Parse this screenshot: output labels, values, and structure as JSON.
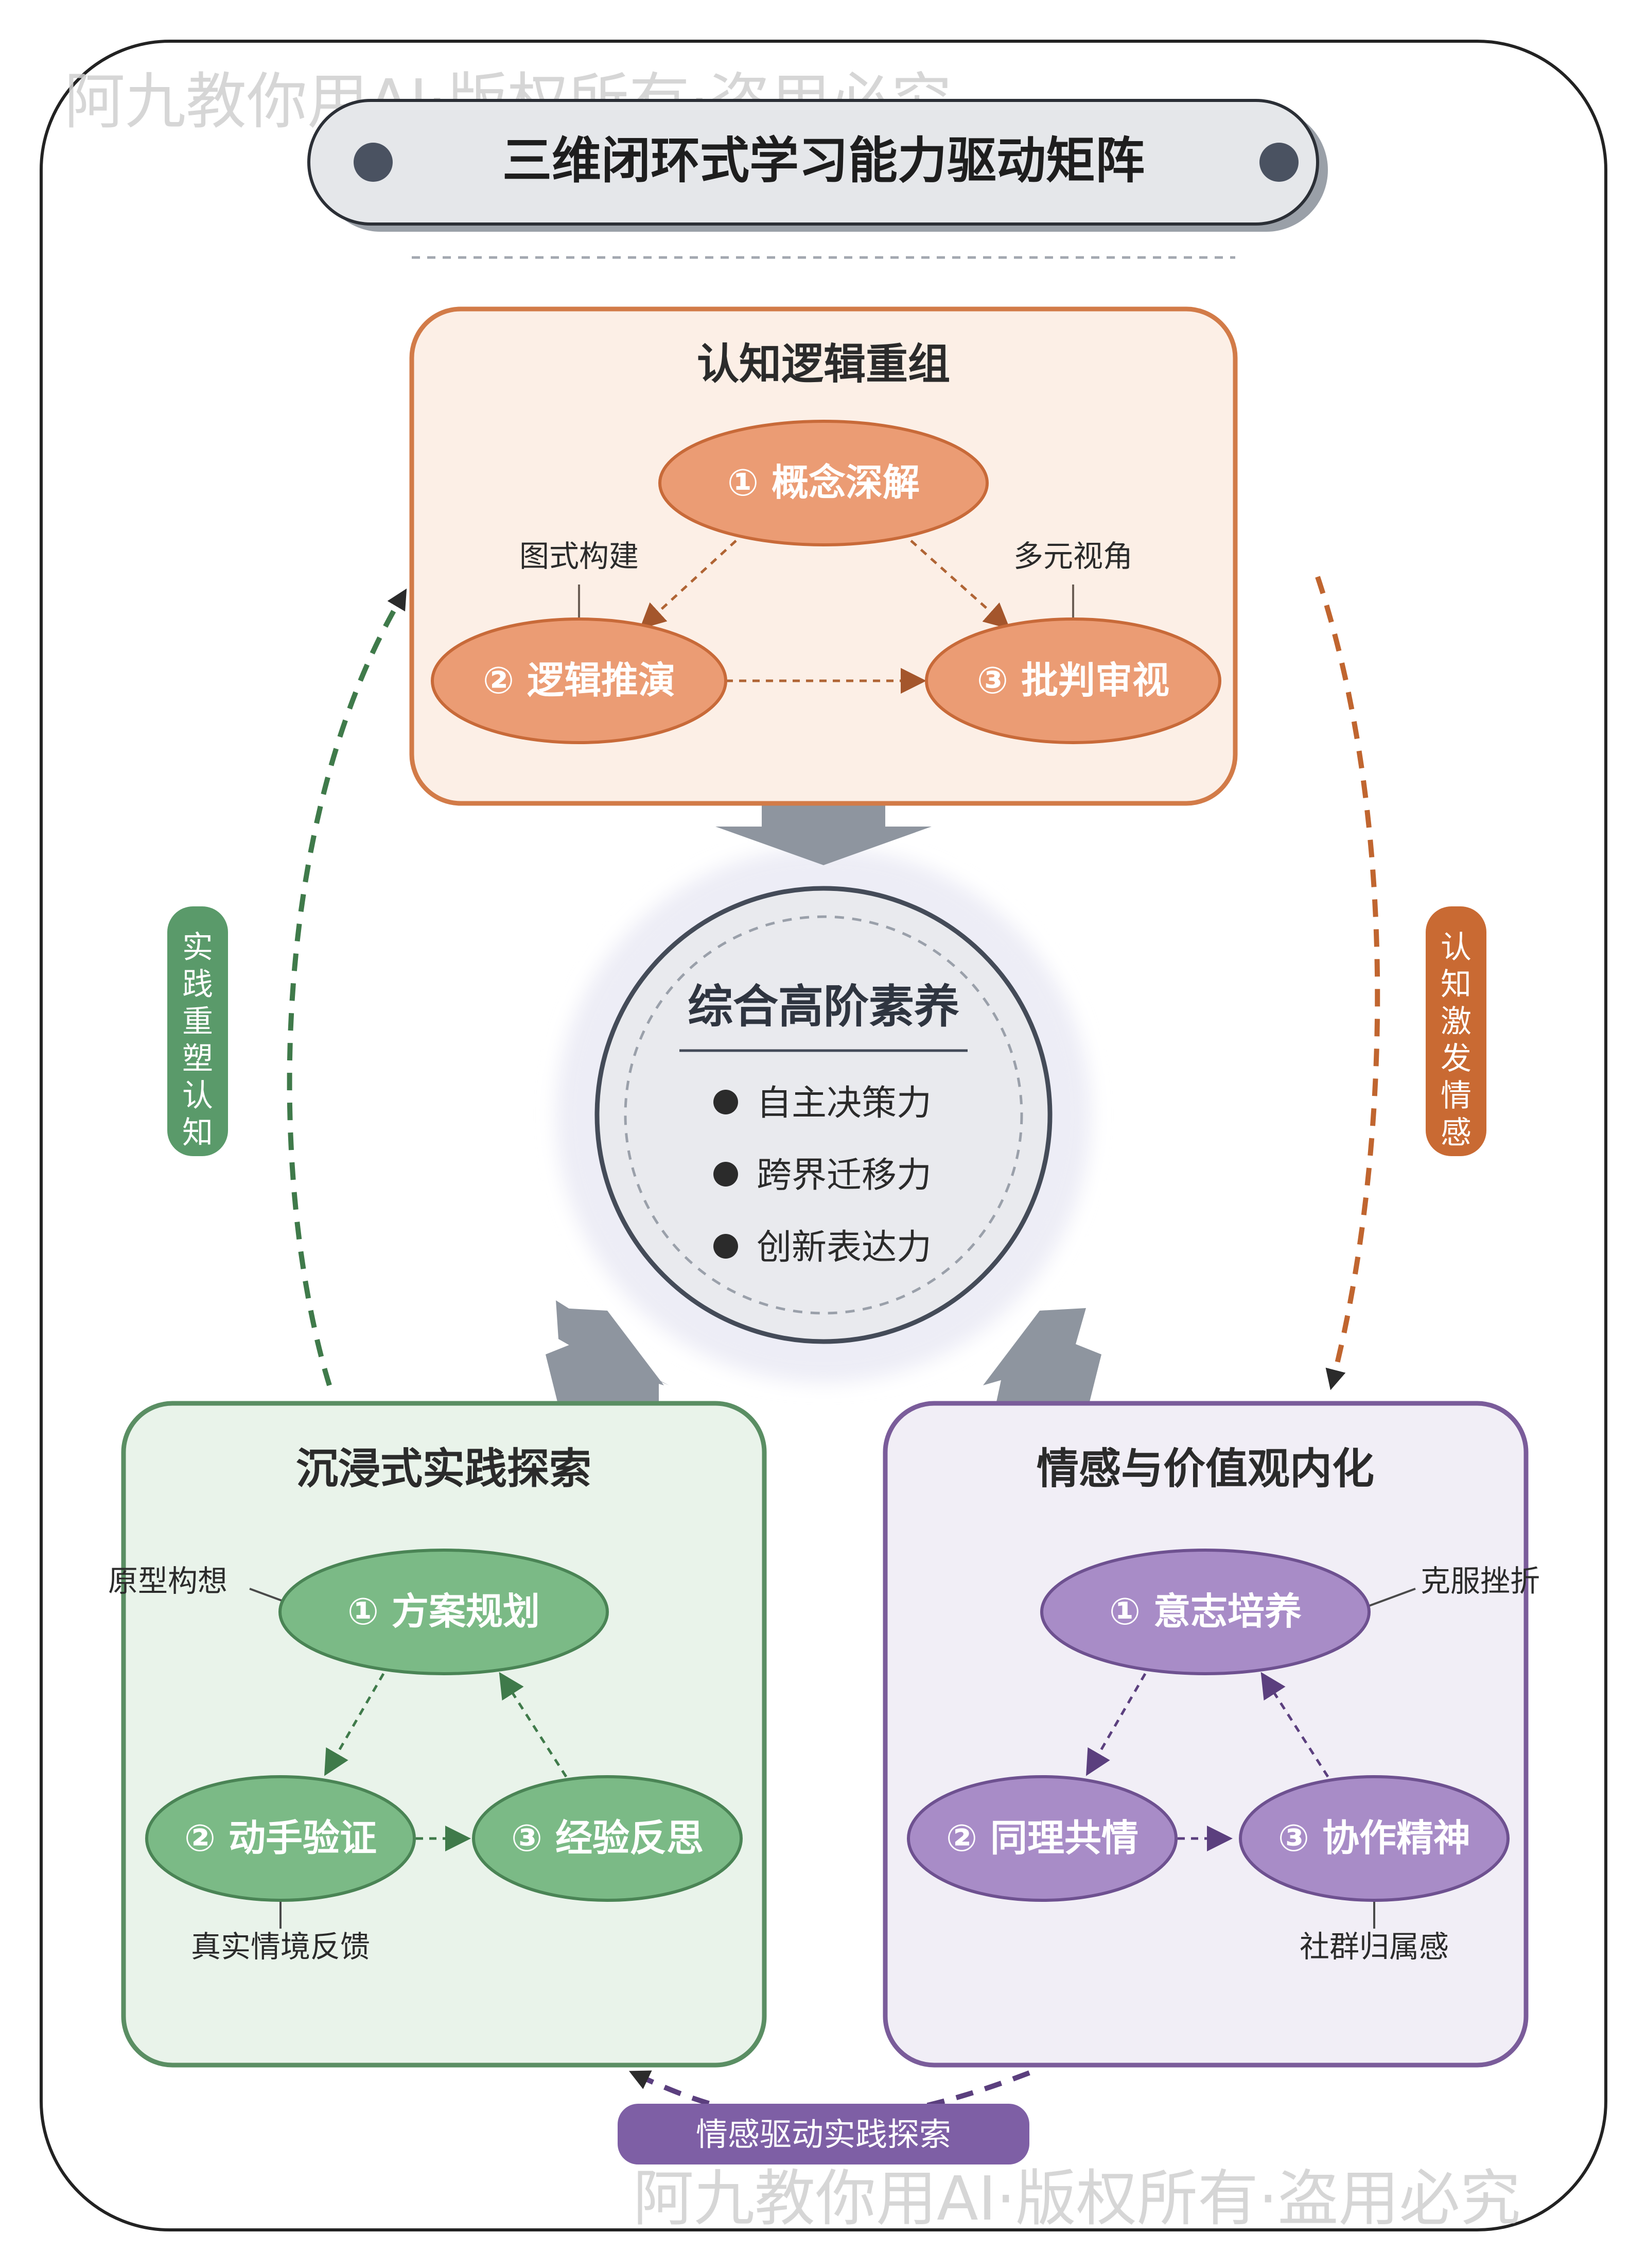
{
  "watermark": "阿九教你用AI·版权所有·盗用必究",
  "title": "三维闭环式学习能力驱动矩阵",
  "modules": {
    "cognition": {
      "title": "认知逻辑重组",
      "nodes": [
        "① 概念深解",
        "② 逻辑推演",
        "③ 批判审视"
      ],
      "annotations": [
        "图式构建",
        "多元视角"
      ],
      "color": "#d27b48"
    },
    "practice": {
      "title": "沉浸式实践探索",
      "nodes": [
        "① 方案规划",
        "② 动手验证",
        "③ 经验反思"
      ],
      "annotations": [
        "原型构想",
        "真实情境反馈"
      ],
      "color": "#5a8e63"
    },
    "emotion": {
      "title": "情感与价值观内化",
      "nodes": [
        "① 意志培养",
        "② 同理共情",
        "③ 协作精神"
      ],
      "annotations": [
        "克服挫折",
        "社群归属感"
      ],
      "color": "#7a5c9a"
    }
  },
  "core": {
    "title": "综合高阶素养",
    "items": [
      "自主决策力",
      "跨界迁移力",
      "创新表达力"
    ]
  },
  "cycle_labels": {
    "left": "实践重塑认知",
    "right": "认知激发情感",
    "bottom": "情感驱动实践探索"
  }
}
